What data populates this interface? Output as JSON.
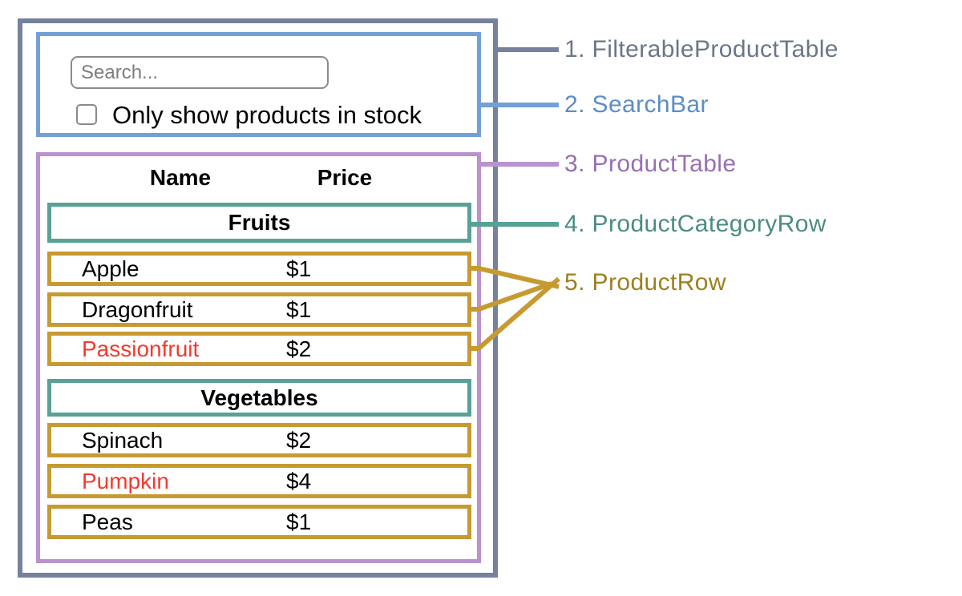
{
  "search_bar": {
    "placeholder": "Search...",
    "checkbox_label": "Only show products in stock",
    "checkbox_checked": false
  },
  "product_table": {
    "columns": {
      "name": "Name",
      "price": "Price"
    },
    "groups": [
      {
        "category": "Fruits",
        "rows": [
          {
            "name": "Apple",
            "price": "$1",
            "out_of_stock": false,
            "name_color": "#000000"
          },
          {
            "name": "Dragonfruit",
            "price": "$1",
            "out_of_stock": false,
            "name_color": "#000000"
          },
          {
            "name": "Passionfruit",
            "price": "$2",
            "out_of_stock": true,
            "name_color": "#f4392c"
          }
        ]
      },
      {
        "category": "Vegetables",
        "rows": [
          {
            "name": "Spinach",
            "price": "$2",
            "out_of_stock": false,
            "name_color": "#000000"
          },
          {
            "name": "Pumpkin",
            "price": "$4",
            "out_of_stock": true,
            "name_color": "#f4392c"
          },
          {
            "name": "Peas",
            "price": "$1",
            "out_of_stock": false,
            "name_color": "#000000"
          }
        ]
      }
    ]
  },
  "legend": {
    "items": [
      {
        "text": "1. FilterableProductTable",
        "color": "#6b7689"
      },
      {
        "text": "2. SearchBar",
        "color": "#5c8dc5"
      },
      {
        "text": "3. ProductTable",
        "color": "#986fb1"
      },
      {
        "text": "4. ProductCategoryRow",
        "color": "#4b8c7f"
      },
      {
        "text": "5. ProductRow",
        "color": "#9d7f1e"
      }
    ]
  },
  "colors": {
    "filterable_product_table_border": "#76819c",
    "search_bar_border": "#73a0d7",
    "product_table_border": "#b992ce",
    "category_row_border": "#57a295",
    "product_row_border": "#c79a31",
    "out_of_stock_text": "#f4392c",
    "input_border": "#8a8a8a",
    "placeholder_text": "#7d7d7d"
  }
}
